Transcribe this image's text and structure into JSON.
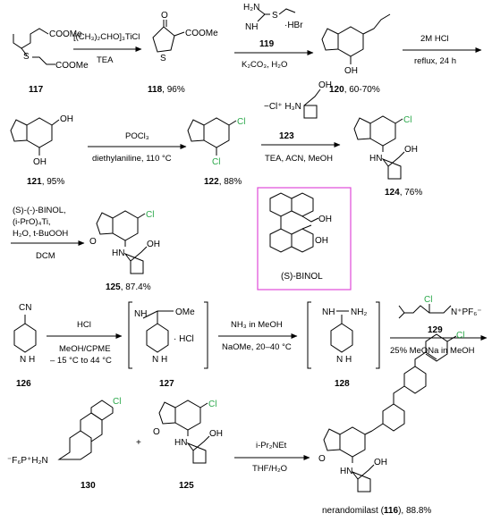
{
  "compounds": {
    "c117": {
      "label": "117",
      "ester1": "COOMe",
      "ester2": "COOMe",
      "S": "S"
    },
    "c118": {
      "label": "118",
      "yield": ", 96%",
      "O": "O",
      "ester": "COOMe",
      "S": "S"
    },
    "c119": {
      "label": "119",
      "NH2": "H₂N",
      "NH": "NH",
      "S": "S",
      "salt": "·HBr"
    },
    "c120": {
      "label": "120",
      "yield": ", 60-70%",
      "OH": "OH"
    },
    "c121": {
      "label": "121",
      "yield": ", 95%",
      "OH1": "OH",
      "OH2": "OH"
    },
    "c122": {
      "label": "122",
      "yield": ", 88%",
      "Cl1": "Cl",
      "Cl2": "Cl"
    },
    "c123": {
      "label": "123",
      "salt": "−Cl⁺ H₃N",
      "OH": "OH"
    },
    "c124": {
      "label": "124",
      "yield": ", 76%",
      "Cl": "Cl",
      "NH": "HN",
      "OH": "OH"
    },
    "c125a": {
      "label": "125",
      "yield": ", 87.4%",
      "Cl": "Cl",
      "NH": "HN",
      "OH": "OH",
      "O": "O"
    },
    "c126": {
      "label": "126",
      "CN": "CN",
      "NH": "N H"
    },
    "c127": {
      "label": "127",
      "OMe": "OMe",
      "NH": "NH",
      "HCl": "· HCl",
      "ringNH": "N H"
    },
    "c128": {
      "label": "128",
      "NH": "NH",
      "NH2": "NH₂",
      "ringNH": "N H"
    },
    "c129": {
      "label": "129",
      "Cl": "Cl",
      "PF6": "N⁺PF₆⁻"
    },
    "c130": {
      "label": "130",
      "salt": "⁻F₆P⁺H₂N",
      "Cl": "Cl"
    },
    "c125b": {
      "label": "125",
      "Cl": "Cl",
      "NH": "HN",
      "OH": "OH",
      "O": "O"
    },
    "c116": {
      "name": "nerandomilast (",
      "label": "116",
      "tail": "), 88.8%",
      "Cl": "Cl",
      "NH": "HN",
      "OH": "OH",
      "O": "O"
    }
  },
  "binol": {
    "label": "(S)-BINOL",
    "OH1": "OH",
    "OH2": "OH"
  },
  "conditions": {
    "r1_above": "[(CH₃)₂CHO]₃TiCl",
    "r1_below": "TEA",
    "r2_below": "K₂CO₃, H₂O",
    "r3_above": "2M HCl",
    "r3_below": "reflux, 24 h",
    "r4_above": "POCl₃",
    "r4_below": "diethylaniline, 110 °C",
    "r5_below": "TEA, ACN, MeOH",
    "r6_above1": "(S)-(-)-BINOL,",
    "r6_above2": "(i-PrO)₄Ti,",
    "r6_above3": "H₂O, t-BuOOH",
    "r6_below": "DCM",
    "r7_above": "HCl",
    "r7_below1": "MeOH/CPME",
    "r7_below2": "– 15 °C to 44 °C",
    "r8_above": "NH₃ in MeOH",
    "r8_below": "NaOMe, 20–40 °C",
    "r9_below": "25% MeONa in MeOH",
    "r10_above": "i-Pr₂NEt",
    "r10_below": "THF/H₂O",
    "plus": "+"
  },
  "colors": {
    "chlorine": "#2aa84a",
    "binol_box": "#e04ad8"
  }
}
